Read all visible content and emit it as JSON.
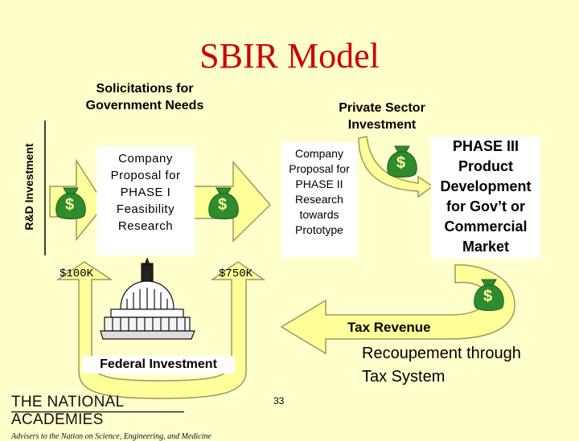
{
  "title": "SBIR Model",
  "labels": {
    "solicitations": "Solicitations for Government Needs",
    "private_sector": "Private Sector Investment",
    "rd_investment": "R&D Investment",
    "phase1": "Company Proposal for PHASE I Feasibility Research",
    "phase2": "Company Proposal for PHASE II Research towards Prototype",
    "phase3": "PHASE III Product Development for Gov’t or Commercial Market",
    "amount_phase1": "$100K",
    "amount_phase2": "$750K",
    "tax_revenue": "Tax Revenue",
    "recoupement": "Recoupement through Tax System",
    "federal_investment": "Federal Investment",
    "page_number": "33"
  },
  "money_bag": {
    "symbol": "$",
    "icon": "money-bag-icon"
  },
  "logo": {
    "name": "THE NATIONAL ACADEMIES",
    "tagline": "Advisers to the Nation on Science, Engineering, and Medicine"
  },
  "colors": {
    "background": "#ffffcc",
    "title": "#cc0000",
    "arrow_fill": "#ffff99",
    "arrow_stroke": "#999966",
    "bag": "#2e8b2e"
  }
}
